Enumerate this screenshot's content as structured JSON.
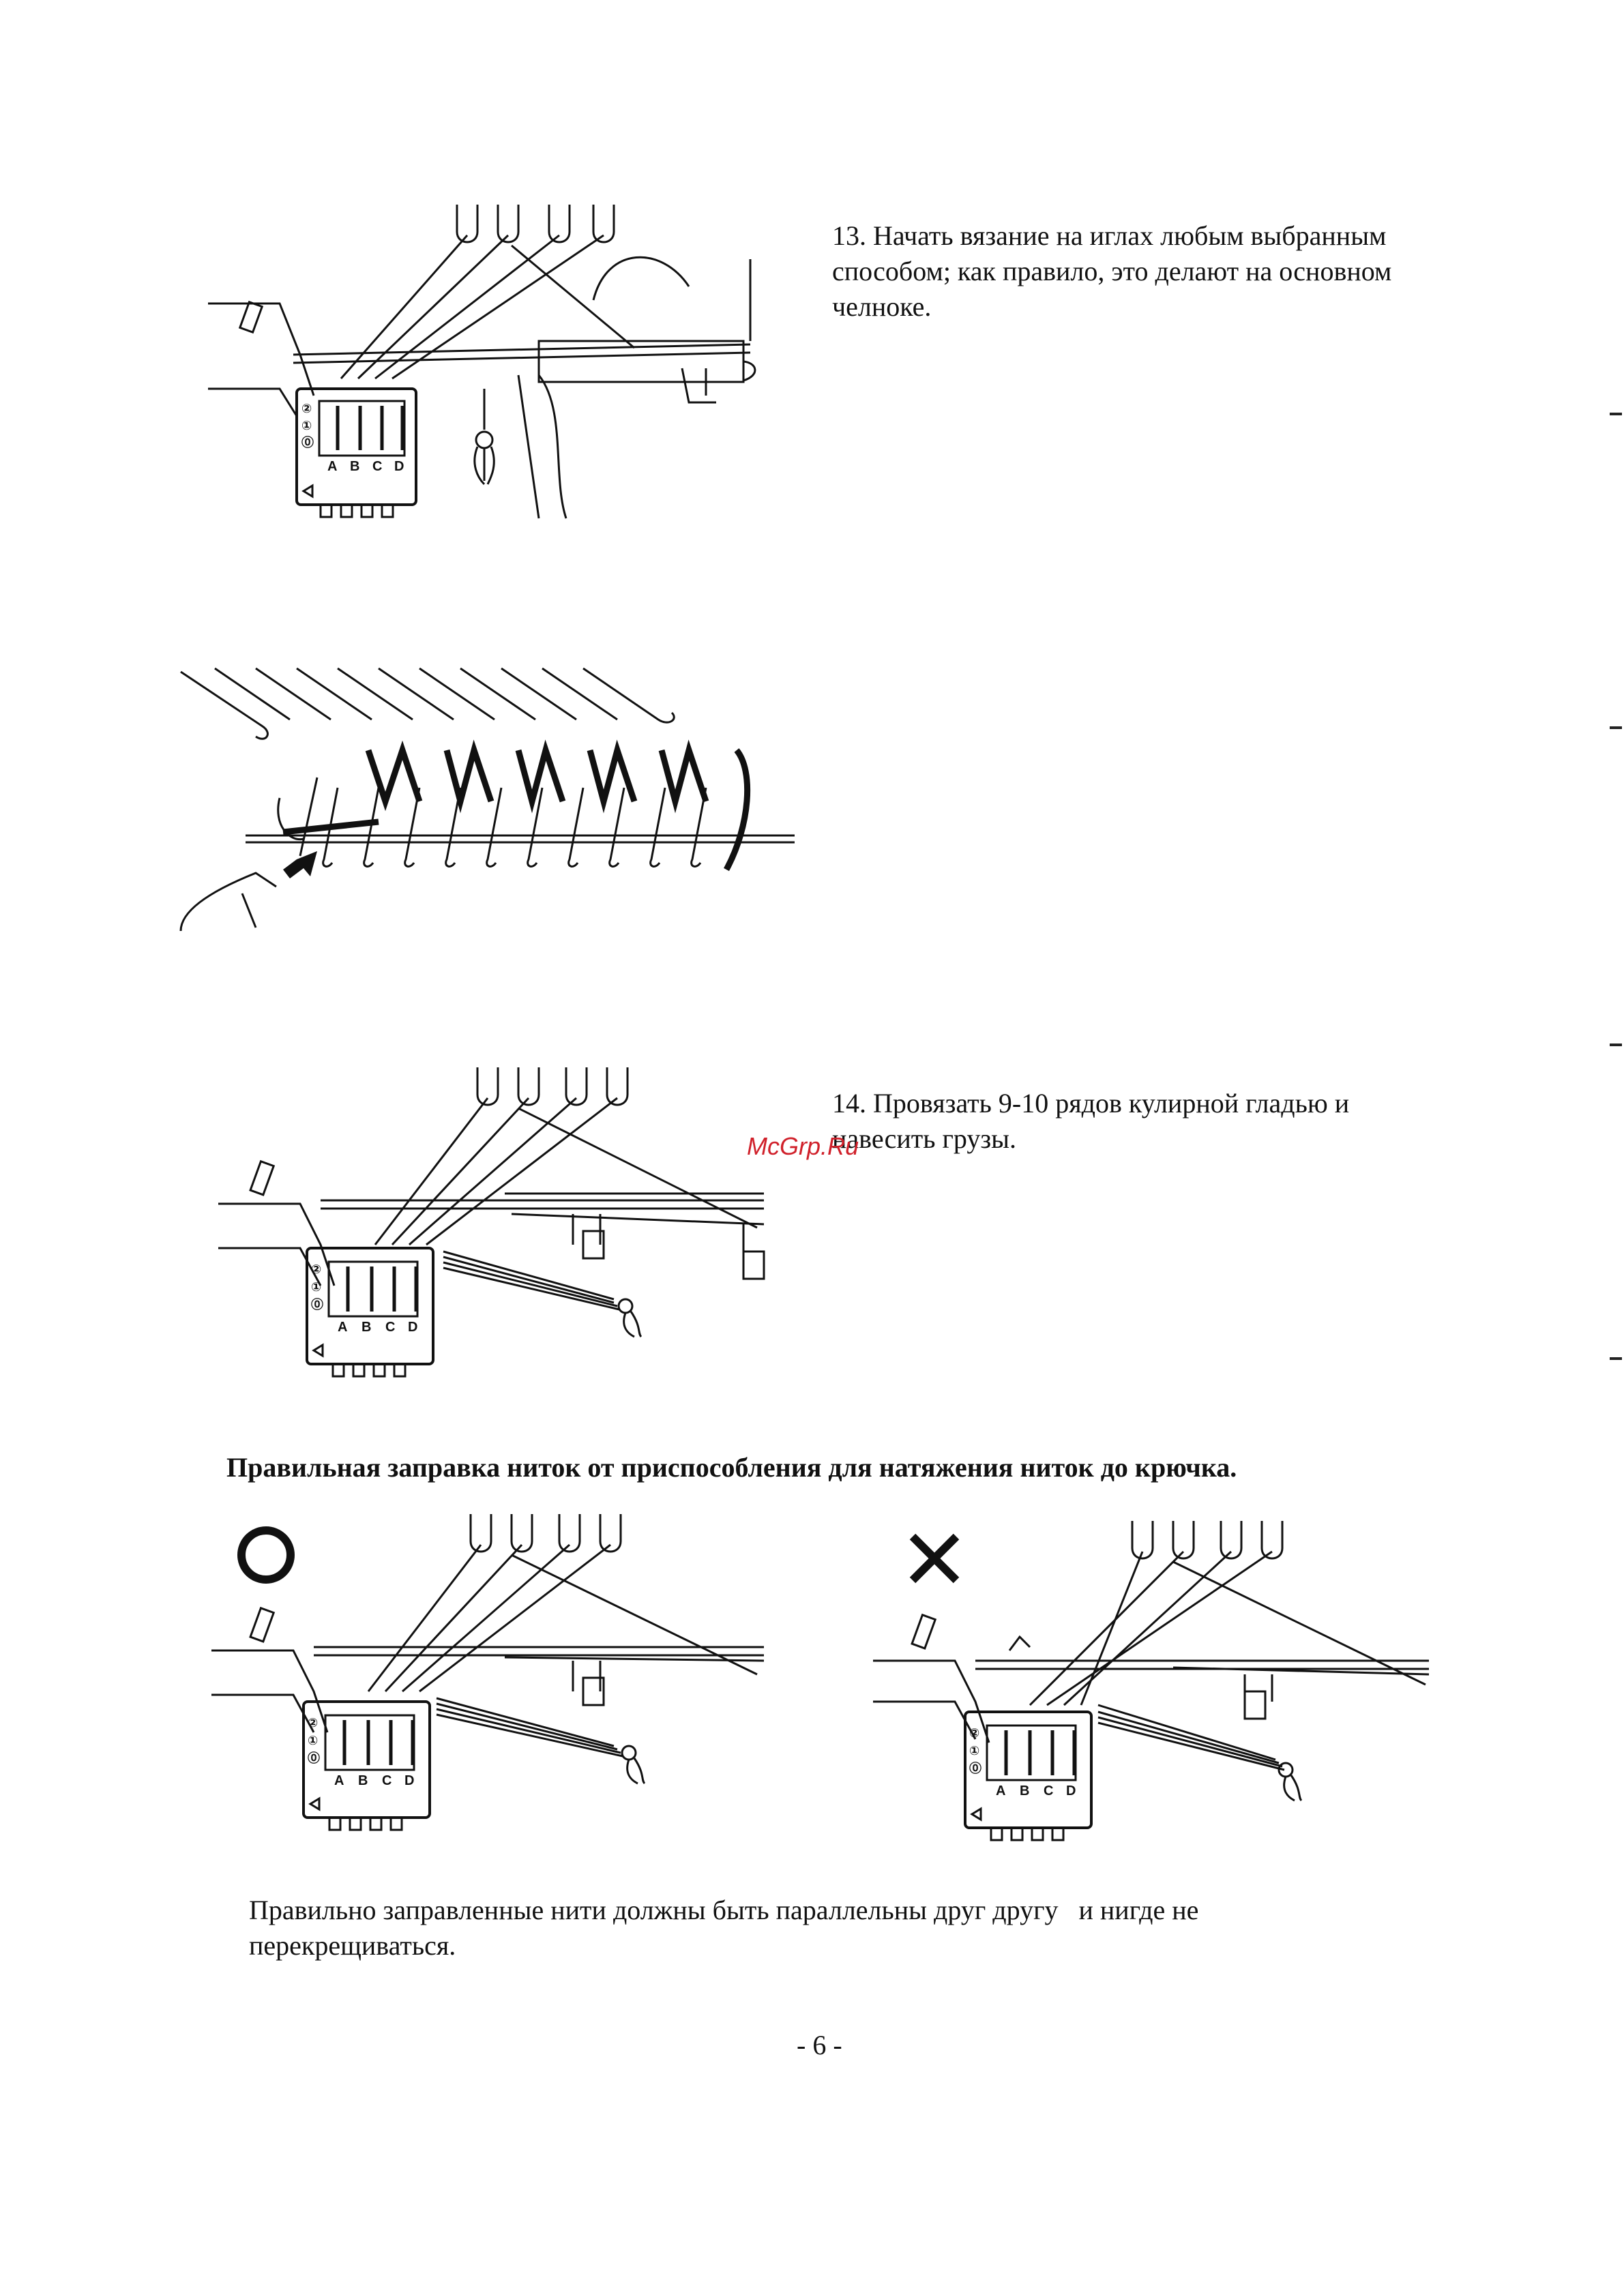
{
  "steps": [
    {
      "text_lines": [
        "13.  Начать вязание на иглах любым выбранным",
        "способом; как правило, это делают на основном",
        "челноке."
      ]
    },
    {
      "text_lines": [
        "14. Провязать 9-10 рядов кулирной гладью и",
        "навесить грузы."
      ]
    }
  ],
  "section_heading": "Правильная заправка ниток  от  приспособления для натяжения ниток  до крючка.",
  "note_lines": [
    "Правильно заправленные нити должны быть параллельны друг другу   и нигде не",
    "перекрещиваться."
  ],
  "page_number": "- 6 -",
  "watermark": "McGrp.Ru",
  "panel_labels": {
    "letters": [
      "A",
      "B",
      "C",
      "D"
    ],
    "positions": [
      "②",
      "①",
      "⓪"
    ]
  },
  "marks": {
    "correct": "O",
    "wrong": "×"
  }
}
